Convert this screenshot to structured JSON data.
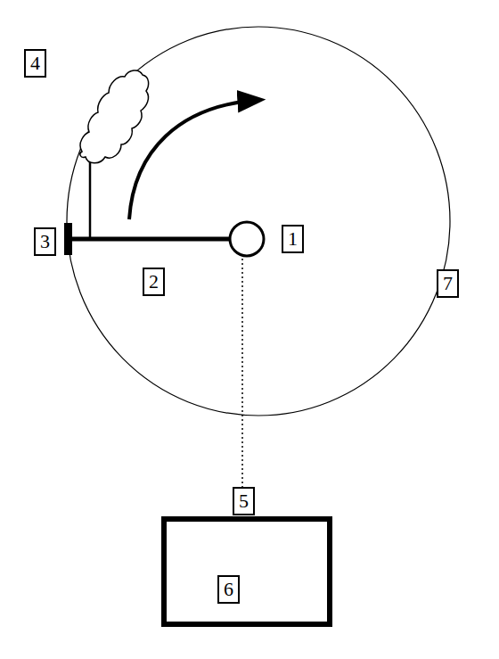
{
  "diagram": {
    "labels": [
      "4",
      "3",
      "2",
      "1",
      "7",
      "5",
      "6"
    ]
  }
}
